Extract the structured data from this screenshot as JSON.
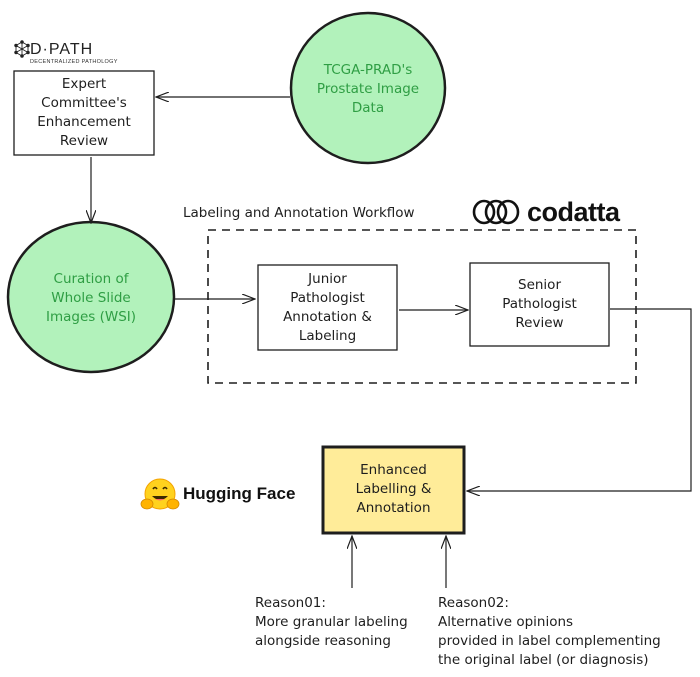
{
  "logos": {
    "dpath": {
      "name": "D·PATH",
      "tagline": "DECENTRALIZED PATHOLOGY",
      "icon": "dpath-hexagon-icon"
    },
    "codatta": {
      "name": "codatta",
      "icon": "codatta-rings-icon"
    },
    "hugging_face": {
      "name": "Hugging Face",
      "icon": "hugging-face-emoji-icon"
    }
  },
  "nodes": {
    "tcga": {
      "lines": [
        "TCGA-PRAD's",
        "Prostate Image",
        "Data"
      ]
    },
    "expert": {
      "lines": [
        "Expert",
        "Committee's",
        "Enhancement",
        "Review"
      ]
    },
    "curation": {
      "lines": [
        "Curation of",
        "Whole Slide",
        "Images (WSI)"
      ]
    },
    "junior": {
      "lines": [
        "Junior",
        "Pathologist",
        "Annotation &",
        "Labeling"
      ]
    },
    "senior": {
      "lines": [
        "Senior",
        "Pathologist",
        "Review"
      ]
    },
    "enhanced": {
      "lines": [
        "Enhanced",
        "Labelling &",
        "Annotation"
      ]
    }
  },
  "workflow_label": "Labeling and Annotation Workflow",
  "reasons": {
    "reason1": {
      "title": "Reason01:",
      "lines": [
        "More granular labeling",
        "alongside reasoning"
      ]
    },
    "reason2": {
      "title": "Reason02:",
      "lines": [
        "Alternative opinions",
        "provided in label complementing",
        "the original label (or diagnosis)"
      ]
    }
  },
  "colors": {
    "circle_fill": "#b2f2bb",
    "circle_stroke": "#2f9e44",
    "green_text": "#2f9e44",
    "enhanced_fill": "#ffec99",
    "stroke": "#1e1e1e"
  }
}
